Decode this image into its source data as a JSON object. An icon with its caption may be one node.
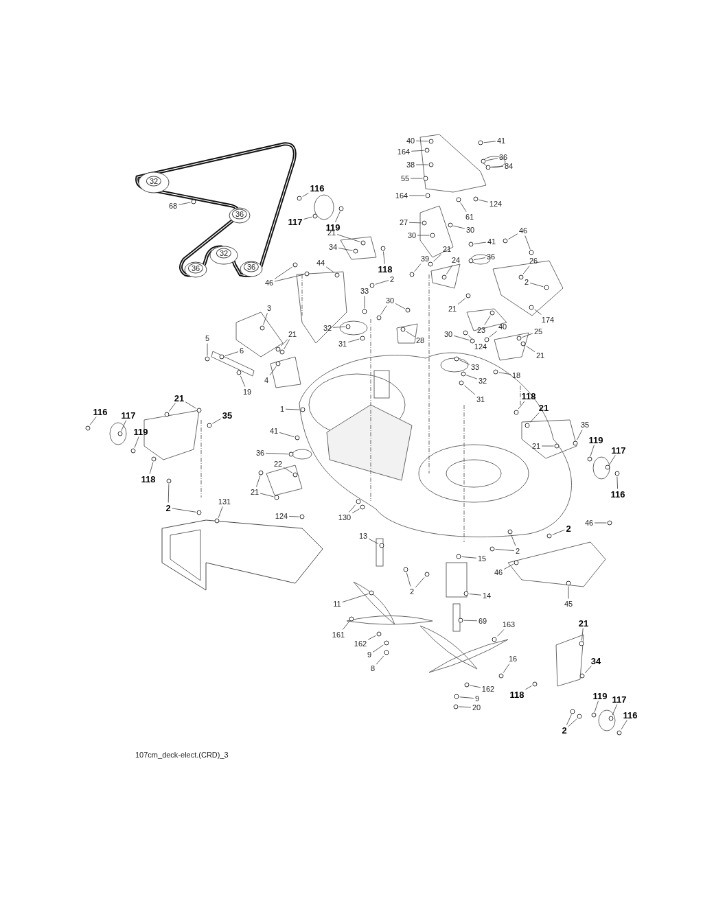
{
  "diagram": {
    "nodes": [
      {
        "text": [
          "32"
        ]
      },
      {
        "text": [
          "36"
        ]
      },
      {
        "text": [
          "32"
        ]
      },
      {
        "text": [
          "36"
        ]
      },
      {
        "text": [
          "36"
        ]
      },
      {
        "text": [
          "68"
        ]
      },
      {
        "text": [
          "116"
        ]
      },
      {
        "text": [
          "117"
        ]
      },
      {
        "text": [
          "119"
        ]
      },
      {
        "text": [
          "21"
        ]
      },
      {
        "text": [
          "34"
        ]
      },
      {
        "text": [
          "118"
        ]
      },
      {
        "text": [
          "2"
        ]
      },
      {
        "text": [
          "46"
        ]
      },
      {
        "text": [
          "44"
        ]
      },
      {
        "text": [
          "3"
        ]
      },
      {
        "text": [
          "5"
        ]
      },
      {
        "text": [
          "6"
        ]
      },
      {
        "text": [
          "21"
        ]
      },
      {
        "text": [
          "4"
        ]
      },
      {
        "text": [
          "19"
        ]
      },
      {
        "text": [
          "33"
        ]
      },
      {
        "text": [
          "30"
        ]
      },
      {
        "text": [
          "32"
        ]
      },
      {
        "text": [
          "31"
        ]
      },
      {
        "text": [
          "28"
        ]
      },
      {
        "text": [
          "40"
        ]
      },
      {
        "text": [
          "41"
        ]
      },
      {
        "text": [
          "164"
        ]
      },
      {
        "text": [
          "36"
        ]
      },
      {
        "text": [
          "84"
        ]
      },
      {
        "text": [
          "38"
        ]
      },
      {
        "text": [
          "55"
        ]
      },
      {
        "text": [
          "164"
        ]
      },
      {
        "text": [
          "124"
        ]
      },
      {
        "text": [
          "61"
        ]
      },
      {
        "text": [
          "27"
        ]
      },
      {
        "text": [
          "30"
        ]
      },
      {
        "text": [
          "30"
        ]
      },
      {
        "text": [
          "41"
        ]
      },
      {
        "text": [
          "21"
        ]
      },
      {
        "text": [
          "39"
        ]
      },
      {
        "text": [
          "24"
        ]
      },
      {
        "text": [
          "36"
        ]
      },
      {
        "text": [
          "46"
        ]
      },
      {
        "text": [
          "26"
        ]
      },
      {
        "text": [
          "2"
        ]
      },
      {
        "text": [
          "21"
        ]
      },
      {
        "text": [
          "174"
        ]
      },
      {
        "text": [
          "23"
        ]
      },
      {
        "text": [
          "30"
        ]
      },
      {
        "text": [
          "124"
        ]
      },
      {
        "text": [
          "40"
        ]
      },
      {
        "text": [
          "25"
        ]
      },
      {
        "text": [
          "21"
        ]
      },
      {
        "text": [
          "18"
        ]
      },
      {
        "text": [
          "33"
        ]
      },
      {
        "text": [
          "32"
        ]
      },
      {
        "text": [
          "31"
        ]
      },
      {
        "text": [
          "118"
        ]
      },
      {
        "text": [
          "21"
        ]
      },
      {
        "text": [
          "35"
        ]
      },
      {
        "text": [
          "21"
        ]
      },
      {
        "text": [
          "119"
        ]
      },
      {
        "text": [
          "117"
        ]
      },
      {
        "text": [
          "116"
        ]
      },
      {
        "text": [
          "2"
        ]
      },
      {
        "text": [
          "46"
        ]
      },
      {
        "text": [
          "2"
        ]
      },
      {
        "text": [
          "46"
        ]
      },
      {
        "text": [
          "15"
        ]
      },
      {
        "text": [
          "2"
        ]
      },
      {
        "text": [
          "116"
        ]
      },
      {
        "text": [
          "117"
        ]
      },
      {
        "text": [
          "119"
        ]
      },
      {
        "text": [
          "21"
        ]
      },
      {
        "text": [
          "35"
        ]
      },
      {
        "text": [
          "118"
        ]
      },
      {
        "text": [
          "2"
        ]
      },
      {
        "text": [
          "1"
        ]
      },
      {
        "text": [
          "41"
        ]
      },
      {
        "text": [
          "36"
        ]
      },
      {
        "text": [
          "22"
        ]
      },
      {
        "text": [
          "21"
        ]
      },
      {
        "text": [
          "124"
        ]
      },
      {
        "text": [
          "130"
        ]
      },
      {
        "text": [
          "131"
        ]
      },
      {
        "text": [
          "13"
        ]
      },
      {
        "text": [
          "11"
        ]
      },
      {
        "text": [
          "69"
        ]
      },
      {
        "text": [
          "14"
        ]
      },
      {
        "text": [
          "161"
        ]
      },
      {
        "text": [
          "162"
        ]
      },
      {
        "text": [
          "9"
        ]
      },
      {
        "text": [
          "8"
        ]
      },
      {
        "text": [
          "163"
        ]
      },
      {
        "text": [
          "16"
        ]
      },
      {
        "text": [
          "162"
        ]
      },
      {
        "text": [
          "9"
        ]
      },
      {
        "text": [
          "20"
        ]
      },
      {
        "text": [
          "21"
        ]
      },
      {
        "text": [
          "34"
        ]
      },
      {
        "text": [
          "118"
        ]
      },
      {
        "text": [
          "119"
        ]
      },
      {
        "text": [
          "117"
        ]
      },
      {
        "text": [
          "116"
        ]
      },
      {
        "text": [
          "2"
        ]
      },
      {
        "text": [
          "45"
        ]
      },
      {
        "text": [],
        "shape": "circle"
      },
      {
        "text": [],
        "shape": "circle"
      },
      {
        "text": [],
        "shape": "circle"
      },
      {
        "text": [],
        "shape": "circle"
      },
      {
        "text": [],
        "shape": "circle"
      },
      {
        "text": [],
        "shape": "circle"
      },
      {
        "text": [],
        "shape": "circle"
      },
      {
        "text": [],
        "shape": "circle"
      },
      {
        "text": [],
        "shape": "circle"
      },
      {
        "text": [],
        "shape": "circle"
      },
      {
        "text": [],
        "shape": "circle"
      },
      {
        "text": [],
        "shape": "circle"
      },
      {
        "text": [],
        "shape": "circle"
      },
      {
        "text": [],
        "shape": "circle"
      },
      {
        "text": [],
        "shape": "circle"
      },
      {
        "text": [],
        "shape": "circle"
      },
      {
        "text": [],
        "shape": "circle"
      },
      {
        "text": [],
        "shape": "circle"
      },
      {
        "text": [],
        "shape": "circle"
      },
      {
        "text": [],
        "shape": "circle"
      },
      {
        "text": [],
        "shape": "circle"
      },
      {
        "text": [],
        "shape": "circle"
      },
      {
        "text": [],
        "shape": "circle"
      },
      {
        "text": [],
        "shape": "circle"
      },
      {
        "text": [],
        "shape": "circle"
      },
      {
        "text": [],
        "shape": "circle"
      },
      {
        "text": [],
        "shape": "circle"
      },
      {
        "text": [],
        "shape": "circle"
      },
      {
        "text": [],
        "shape": "circle"
      },
      {
        "text": [],
        "shape": "circle"
      },
      {
        "text": [],
        "shape": "circle"
      },
      {
        "text": [],
        "shape": "circle"
      },
      {
        "text": [],
        "shape": "circle"
      },
      {
        "text": [],
        "shape": "circle"
      },
      {
        "text": [],
        "shape": "circle"
      },
      {
        "text": [],
        "shape": "circle"
      },
      {
        "text": [],
        "shape": "circle"
      },
      {
        "text": [],
        "shape": "circle"
      },
      {
        "text": [],
        "shape": "circle"
      },
      {
        "text": [],
        "shape": "circle"
      },
      {
        "text": [],
        "shape": "circle"
      },
      {
        "text": [],
        "shape": "circle"
      },
      {
        "text": [],
        "shape": "circle"
      },
      {
        "text": [],
        "shape": "circle"
      },
      {
        "text": [],
        "shape": "circle"
      },
      {
        "text": [],
        "shape": "circle"
      },
      {
        "text": [],
        "shape": "circle"
      },
      {
        "text": [],
        "shape": "circle"
      },
      {
        "text": [],
        "shape": "circle"
      },
      {
        "text": [],
        "shape": "circle"
      },
      {
        "text": [],
        "shape": "circle"
      },
      {
        "text": [],
        "shape": "circle"
      },
      {
        "text": [],
        "shape": "circle"
      },
      {
        "text": [],
        "shape": "circle"
      },
      {
        "text": [],
        "shape": "circle"
      },
      {
        "text": [],
        "shape": "circle"
      },
      {
        "text": [],
        "shape": "circle"
      },
      {
        "text": [],
        "shape": "circle"
      },
      {
        "text": [],
        "shape": "circle"
      },
      {
        "text": [],
        "shape": "circle"
      },
      {
        "text": [],
        "shape": "circle"
      },
      {
        "text": [],
        "shape": "circle"
      },
      {
        "text": [],
        "shape": "circle"
      },
      {
        "text": [],
        "shape": "circle"
      },
      {
        "text": [],
        "shape": "circle"
      },
      {
        "text": [],
        "shape": "circle"
      },
      {
        "text": [],
        "shape": "circle"
      },
      {
        "text": [],
        "shape": "circle"
      },
      {
        "text": [],
        "shape": "circle"
      },
      {
        "text": [],
        "shape": "circle"
      },
      {
        "text": [],
        "shape": "circle"
      },
      {
        "text": [],
        "shape": "circle"
      },
      {
        "text": [],
        "shape": "circle"
      },
      {
        "text": [],
        "shape": "circle"
      },
      {
        "text": [],
        "shape": "circle"
      },
      {
        "text": [],
        "shape": "circle"
      },
      {
        "text": [],
        "shape": "circle"
      },
      {
        "text": [],
        "shape": "circle"
      },
      {
        "text": [],
        "shape": "circle"
      },
      {
        "text": [],
        "shape": "circle"
      },
      {
        "text": [],
        "shape": "circle"
      },
      {
        "text": [],
        "shape": "circle"
      },
      {
        "text": [],
        "shape": "circle"
      },
      {
        "text": [],
        "shape": "circle"
      },
      {
        "text": [],
        "shape": "circle"
      },
      {
        "text": [],
        "shape": "circle"
      },
      {
        "text": [],
        "shape": "circle"
      },
      {
        "text": [],
        "shape": "circle"
      },
      {
        "text": [],
        "shape": "circle"
      },
      {
        "text": [],
        "shape": "circle"
      },
      {
        "text": [],
        "shape": "circle"
      },
      {
        "text": [],
        "shape": "circle"
      },
      {
        "text": [],
        "shape": "circle"
      },
      {
        "text": [],
        "shape": "circle"
      },
      {
        "text": [],
        "shape": "circle"
      },
      {
        "text": [],
        "shape": "circle"
      },
      {
        "text": [],
        "shape": "circle"
      },
      {
        "text": [],
        "shape": "circle"
      },
      {
        "text": [],
        "shape": "circle"
      },
      {
        "text": [],
        "shape": "circle"
      },
      {
        "text": [],
        "shape": "circle"
      },
      {
        "text": [],
        "shape": "circle"
      },
      {
        "text": [],
        "shape": "circle"
      },
      {
        "text": [],
        "shape": "circle"
      },
      {
        "text": [],
        "shape": "circle"
      },
      {
        "text": [],
        "shape": "circle"
      },
      {
        "text": [],
        "shape": "circle"
      },
      {
        "text": [],
        "shape": "circle"
      },
      {
        "text": [],
        "shape": "circle"
      },
      {
        "text": [],
        "shape": "circle"
      },
      {
        "text": [],
        "shape": "circle"
      },
      {
        "text": [],
        "shape": "circle"
      },
      {
        "text": [],
        "shape": "circle"
      },
      {
        "text": [],
        "shape": "circle"
      }
    ],
    "edges": [
      {
        "from": 5,
        "to": 108,
        "arrow": "none"
      },
      {
        "from": 6,
        "to": 109,
        "arrow": "none"
      },
      {
        "from": 7,
        "to": 110,
        "arrow": "none"
      },
      {
        "from": 8,
        "to": 111,
        "arrow": "none"
      },
      {
        "from": 9,
        "to": 112,
        "arrow": "none"
      },
      {
        "from": 10,
        "to": 113,
        "arrow": "none"
      },
      {
        "from": 11,
        "to": 114,
        "arrow": "none"
      },
      {
        "from": 12,
        "to": 115,
        "arrow": "none"
      },
      {
        "from": 13,
        "to": 116,
        "arrow": "none"
      },
      {
        "from": 13,
        "to": 117,
        "arrow": "none"
      },
      {
        "from": 14,
        "to": 118,
        "arrow": "none"
      },
      {
        "from": 15,
        "to": 119,
        "arrow": "none"
      },
      {
        "from": 16,
        "to": 120,
        "arrow": "none"
      },
      {
        "from": 17,
        "to": 121,
        "arrow": "none"
      },
      {
        "from": 18,
        "to": 122,
        "arrow": "none"
      },
      {
        "from": 18,
        "to": 123,
        "arrow": "none"
      },
      {
        "from": 19,
        "to": 124,
        "arrow": "none"
      },
      {
        "from": 20,
        "to": 125,
        "arrow": "none"
      },
      {
        "from": 21,
        "to": 126,
        "arrow": "none"
      },
      {
        "from": 22,
        "to": 127,
        "arrow": "none"
      },
      {
        "from": 22,
        "to": 128,
        "arrow": "none"
      },
      {
        "from": 23,
        "to": 129,
        "arrow": "none"
      },
      {
        "from": 24,
        "to": 130,
        "arrow": "none"
      },
      {
        "from": 25,
        "to": 131,
        "arrow": "none"
      },
      {
        "from": 26,
        "to": 132,
        "arrow": "none"
      },
      {
        "from": 27,
        "to": 133,
        "arrow": "none"
      },
      {
        "from": 28,
        "to": 134,
        "arrow": "none"
      },
      {
        "from": 29,
        "to": 135,
        "arrow": "none"
      },
      {
        "from": 30,
        "to": 136,
        "arrow": "none"
      },
      {
        "from": 31,
        "to": 137,
        "arrow": "none"
      },
      {
        "from": 32,
        "to": 138,
        "arrow": "none"
      },
      {
        "from": 33,
        "to": 139,
        "arrow": "none"
      },
      {
        "from": 34,
        "to": 140,
        "arrow": "none"
      },
      {
        "from": 35,
        "to": 141,
        "arrow": "none"
      },
      {
        "from": 36,
        "to": 142,
        "arrow": "none"
      },
      {
        "from": 37,
        "to": 143,
        "arrow": "none"
      },
      {
        "from": 38,
        "to": 144,
        "arrow": "none"
      },
      {
        "from": 39,
        "to": 145,
        "arrow": "none"
      },
      {
        "from": 40,
        "to": 146,
        "arrow": "none"
      },
      {
        "from": 41,
        "to": 147,
        "arrow": "none"
      },
      {
        "from": 42,
        "to": 148,
        "arrow": "none"
      },
      {
        "from": 43,
        "to": 149,
        "arrow": "none"
      },
      {
        "from": 44,
        "to": 150,
        "arrow": "none"
      },
      {
        "from": 44,
        "to": 151,
        "arrow": "none"
      },
      {
        "from": 45,
        "to": 152,
        "arrow": "none"
      },
      {
        "from": 46,
        "to": 153,
        "arrow": "none"
      },
      {
        "from": 47,
        "to": 154,
        "arrow": "none"
      },
      {
        "from": 48,
        "to": 155,
        "arrow": "none"
      },
      {
        "from": 49,
        "to": 156,
        "arrow": "none"
      },
      {
        "from": 50,
        "to": 157,
        "arrow": "none"
      },
      {
        "from": 51,
        "to": 158,
        "arrow": "none"
      },
      {
        "from": 52,
        "to": 159,
        "arrow": "none"
      },
      {
        "from": 53,
        "to": 160,
        "arrow": "none"
      },
      {
        "from": 54,
        "to": 161,
        "arrow": "none"
      },
      {
        "from": 55,
        "to": 162,
        "arrow": "none"
      },
      {
        "from": 56,
        "to": 163,
        "arrow": "none"
      },
      {
        "from": 57,
        "to": 164,
        "arrow": "none"
      },
      {
        "from": 58,
        "to": 165,
        "arrow": "none"
      },
      {
        "from": 59,
        "to": 166,
        "arrow": "none"
      },
      {
        "from": 60,
        "to": 167,
        "arrow": "none"
      },
      {
        "from": 61,
        "to": 168,
        "arrow": "none"
      },
      {
        "from": 62,
        "to": 169,
        "arrow": "none"
      },
      {
        "from": 63,
        "to": 170,
        "arrow": "none"
      },
      {
        "from": 64,
        "to": 171,
        "arrow": "none"
      },
      {
        "from": 65,
        "to": 172,
        "arrow": "none"
      },
      {
        "from": 66,
        "to": 173,
        "arrow": "none"
      },
      {
        "from": 67,
        "to": 174,
        "arrow": "none"
      },
      {
        "from": 68,
        "to": 175,
        "arrow": "none"
      },
      {
        "from": 68,
        "to": 176,
        "arrow": "none"
      },
      {
        "from": 69,
        "to": 177,
        "arrow": "none"
      },
      {
        "from": 70,
        "to": 178,
        "arrow": "none"
      },
      {
        "from": 71,
        "to": 179,
        "arrow": "none"
      },
      {
        "from": 71,
        "to": 180,
        "arrow": "none"
      },
      {
        "from": 72,
        "to": 181,
        "arrow": "none"
      },
      {
        "from": 73,
        "to": 182,
        "arrow": "none"
      },
      {
        "from": 74,
        "to": 183,
        "arrow": "none"
      },
      {
        "from": 75,
        "to": 184,
        "arrow": "none"
      },
      {
        "from": 75,
        "to": 185,
        "arrow": "none"
      },
      {
        "from": 76,
        "to": 186,
        "arrow": "none"
      },
      {
        "from": 77,
        "to": 187,
        "arrow": "none"
      },
      {
        "from": 78,
        "to": 188,
        "arrow": "none"
      },
      {
        "from": 78,
        "to": 189,
        "arrow": "none"
      },
      {
        "from": 79,
        "to": 190,
        "arrow": "none"
      },
      {
        "from": 80,
        "to": 191,
        "arrow": "none"
      },
      {
        "from": 81,
        "to": 192,
        "arrow": "none"
      },
      {
        "from": 82,
        "to": 193,
        "arrow": "none"
      },
      {
        "from": 83,
        "to": 194,
        "arrow": "none"
      },
      {
        "from": 83,
        "to": 195,
        "arrow": "none"
      },
      {
        "from": 84,
        "to": 196,
        "arrow": "none"
      },
      {
        "from": 85,
        "to": 197,
        "arrow": "none"
      },
      {
        "from": 85,
        "to": 198,
        "arrow": "none"
      },
      {
        "from": 86,
        "to": 199,
        "arrow": "none"
      },
      {
        "from": 87,
        "to": 200,
        "arrow": "none"
      },
      {
        "from": 88,
        "to": 201,
        "arrow": "none"
      },
      {
        "from": 89,
        "to": 202,
        "arrow": "none"
      },
      {
        "from": 90,
        "to": 203,
        "arrow": "none"
      },
      {
        "from": 91,
        "to": 204,
        "arrow": "none"
      },
      {
        "from": 92,
        "to": 205,
        "arrow": "none"
      },
      {
        "from": 93,
        "to": 206,
        "arrow": "none"
      },
      {
        "from": 94,
        "to": 207,
        "arrow": "none"
      },
      {
        "from": 95,
        "to": 208,
        "arrow": "none"
      },
      {
        "from": 96,
        "to": 209,
        "arrow": "none"
      },
      {
        "from": 97,
        "to": 210,
        "arrow": "none"
      },
      {
        "from": 98,
        "to": 211,
        "arrow": "none"
      },
      {
        "from": 99,
        "to": 212,
        "arrow": "none"
      },
      {
        "from": 100,
        "to": 213,
        "arrow": "none"
      },
      {
        "from": 101,
        "to": 214,
        "arrow": "none"
      },
      {
        "from": 102,
        "to": 215,
        "arrow": "none"
      },
      {
        "from": 103,
        "to": 216,
        "arrow": "none"
      },
      {
        "from": 104,
        "to": 217,
        "arrow": "none"
      },
      {
        "from": 105,
        "to": 218,
        "arrow": "none"
      },
      {
        "from": 106,
        "to": 219,
        "arrow": "none"
      },
      {
        "from": 106,
        "to": 220,
        "arrow": "none"
      },
      {
        "from": 107,
        "to": 221,
        "arrow": "none"
      }
    ],
    "labels": [
      "107cm_deck-elect.(CRD)_3"
    ]
  }
}
